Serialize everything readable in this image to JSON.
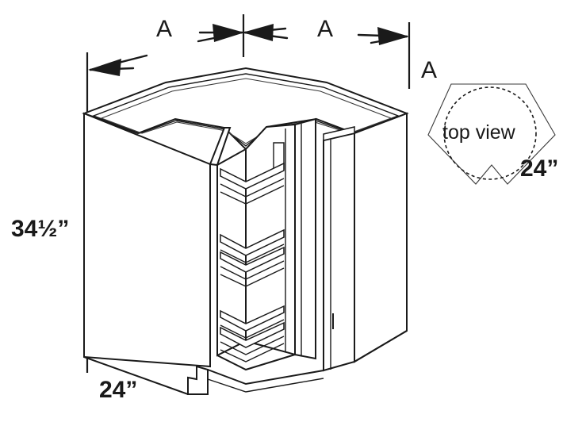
{
  "drawing": {
    "title": "Corner base cabinet with lazy susan - isometric dimensioned drawing",
    "background_color": "#ffffff",
    "line_color": "#1a1a1a",
    "view_label": "isometric"
  },
  "dimensions": {
    "top_left_letter": "A",
    "top_right_letter": "A",
    "side_letter": "A",
    "height_label": "34½”",
    "width_label": "24”",
    "topview_depth_label": "24”"
  },
  "topview": {
    "caption": "top view",
    "shape": "hexagon-with-notch",
    "inner_shape": "dashed-circle",
    "depth_label": "24”"
  },
  "cabinet": {
    "type": "corner base cabinet",
    "shelf_count": 3,
    "door_style": "bi-fold",
    "toe_kick": "recessed base"
  }
}
